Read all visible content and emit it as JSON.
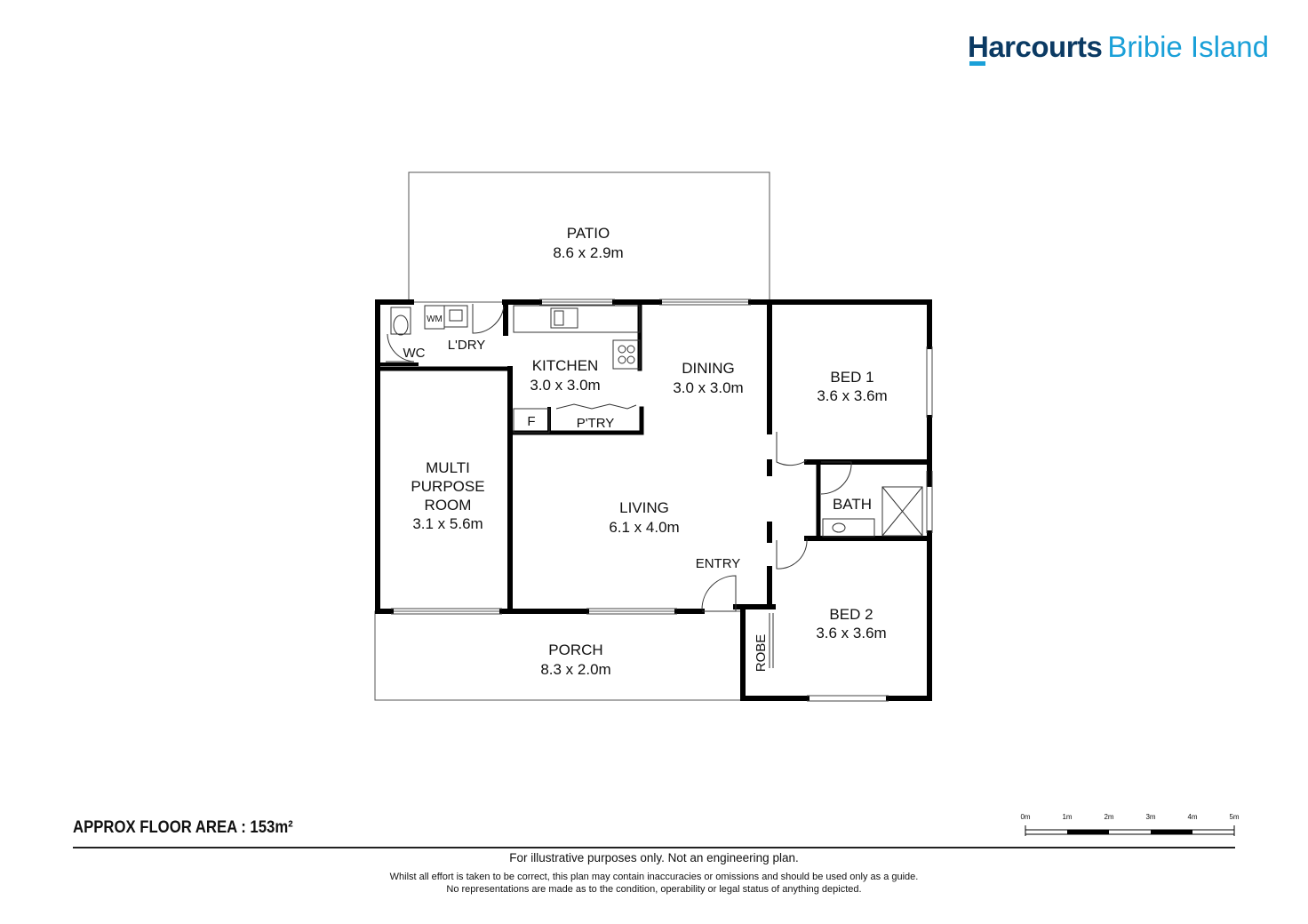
{
  "brand": {
    "name": "Harcourts",
    "location": "Bribie Island",
    "primary_color": "#0b3a63",
    "accent_color": "#1aa0d8"
  },
  "rooms": {
    "patio": {
      "name": "PATIO",
      "size": "8.6 x 2.9m"
    },
    "kitchen": {
      "name": "KITCHEN",
      "size": "3.0 x 3.0m"
    },
    "dining": {
      "name": "DINING",
      "size": "3.0 x 3.0m"
    },
    "bed1": {
      "name": "BED 1",
      "size": "3.6 x 3.6m"
    },
    "multi": {
      "name_lines": [
        "MULTI",
        "PURPOSE",
        "ROOM"
      ],
      "size": "3.1 x 5.6m"
    },
    "living": {
      "name": "LIVING",
      "size": "6.1 x 4.0m"
    },
    "bed2": {
      "name": "BED 2",
      "size": "3.6 x 3.6m"
    },
    "porch": {
      "name": "PORCH",
      "size": "8.3 x 2.0m"
    }
  },
  "small_labels": {
    "wc": "WC",
    "wm": "WM",
    "laundry": "L'DRY",
    "fridge": "F",
    "pantry": "P'TRY",
    "bath": "BATH",
    "entry": "ENTRY",
    "robe": "ROBE"
  },
  "floor_area": {
    "label": "APPROX FLOOR AREA",
    "separator": ":",
    "value": "153m²"
  },
  "scale_bar": {
    "ticks": [
      "0m",
      "1m",
      "2m",
      "3m",
      "4m",
      "5m"
    ]
  },
  "disclaimer": {
    "line1": "For illustrative purposes only. Not an engineering plan.",
    "line2": "Whilst all effort is taken to be correct, this plan may contain inaccuracies or omissions and should be used only as a guide.",
    "line3": "No representations are made as to the condition, operability or legal status of anything depicted."
  }
}
